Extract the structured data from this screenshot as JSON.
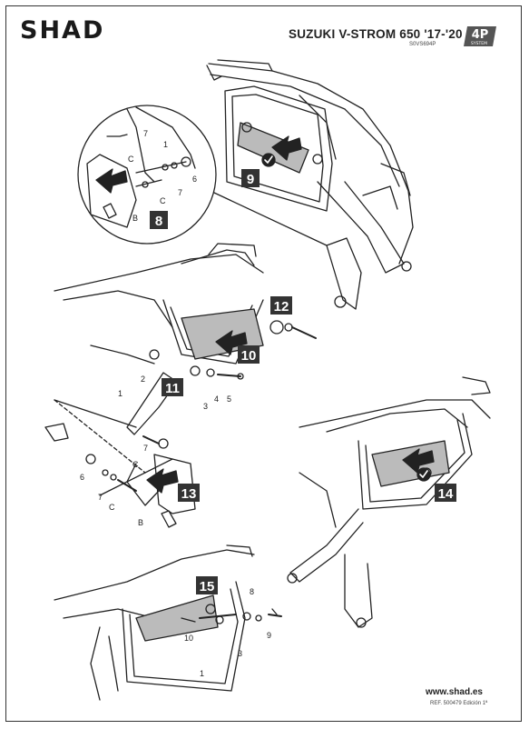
{
  "header": {
    "brand": "SHAD",
    "model": "SUZUKI V-STROM 650 '17-'20",
    "product_code": "S0VS694P",
    "system_badge": {
      "top": "4P",
      "bottom": "SYSTEM",
      "color": "#555555"
    }
  },
  "footer": {
    "website": "www.shad.es",
    "reference": "REF. 500479 Edición 1ª"
  },
  "steps": [
    "8",
    "9",
    "10",
    "11",
    "12",
    "13",
    "14",
    "15"
  ],
  "callouts": {
    "detail_top": [
      "1",
      "7",
      "C",
      "7",
      "C",
      "6",
      "B"
    ],
    "middle": [
      "2",
      "1",
      "3",
      "4",
      "5"
    ],
    "detail_bottom": [
      "6",
      "7",
      "7",
      "C",
      "C",
      "B"
    ],
    "bottom": [
      "8",
      "10",
      "3",
      "9",
      "1"
    ]
  },
  "colors": {
    "step_box": "#333333",
    "part_fill": "#bbbbbb",
    "line": "#222222"
  }
}
